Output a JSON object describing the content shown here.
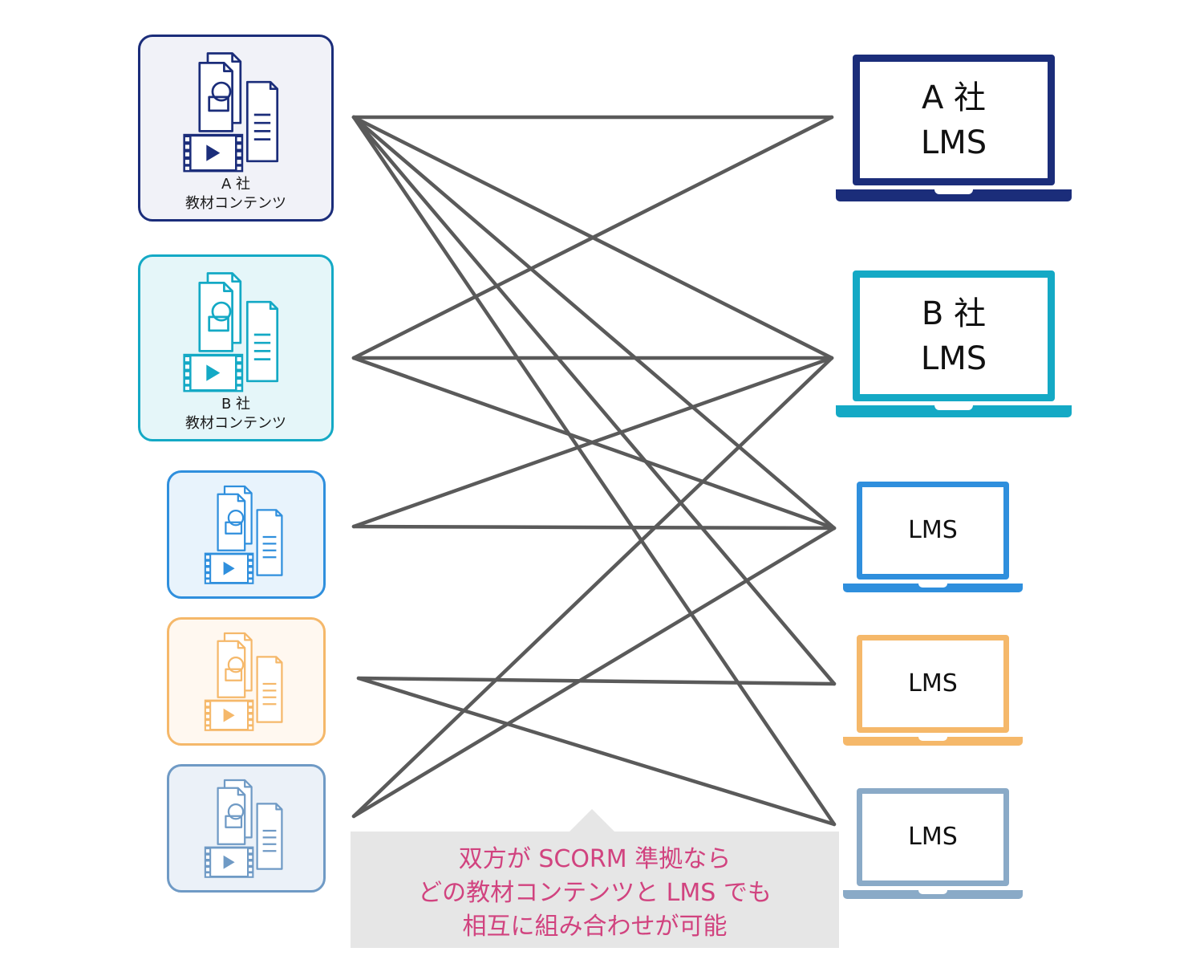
{
  "colors": {
    "navy": "#1b2d7a",
    "teal": "#14a9c5",
    "blue": "#2f8fdd",
    "orange": "#f5b86a",
    "slate": "#8aaac7",
    "line": "#5a5a5a",
    "callout_text": "#d1437f"
  },
  "contents": [
    {
      "name": "content-a",
      "border": "#1b2d7a",
      "bg": "#f1f2f8",
      "icon": "#1b2d7a",
      "label1": "A 社",
      "label2": "教材コンテンツ"
    },
    {
      "name": "content-b",
      "border": "#14a9c5",
      "bg": "#e5f6f9",
      "icon": "#14a9c5",
      "label1": "B 社",
      "label2": "教材コンテンツ"
    },
    {
      "name": "content-c",
      "border": "#2f8fdd",
      "bg": "#e8f3fc",
      "icon": "#2f8fdd"
    },
    {
      "name": "content-d",
      "border": "#f5b86a",
      "bg": "#fff8f0",
      "icon": "#f5b86a"
    },
    {
      "name": "content-e",
      "border": "#6f9ac5",
      "bg": "#ebf1f8",
      "icon": "#6f9ac5"
    }
  ],
  "lms": [
    {
      "name": "lms-a",
      "color": "#1b2d7a",
      "line1": "A 社",
      "line2": "LMS"
    },
    {
      "name": "lms-b",
      "color": "#14a9c5",
      "line1": "B 社",
      "line2": "LMS"
    },
    {
      "name": "lms-c",
      "color": "#2f8fdd",
      "line2": "LMS"
    },
    {
      "name": "lms-d",
      "color": "#f5b86a",
      "line2": "LMS"
    },
    {
      "name": "lms-e",
      "color": "#8aaac7",
      "line2": "LMS"
    }
  ],
  "callout": {
    "line1": "双方が SCORM 準拠なら",
    "line2": "どの教材コンテンツと LMS でも",
    "line3": "相互に組み合わせが可能"
  }
}
